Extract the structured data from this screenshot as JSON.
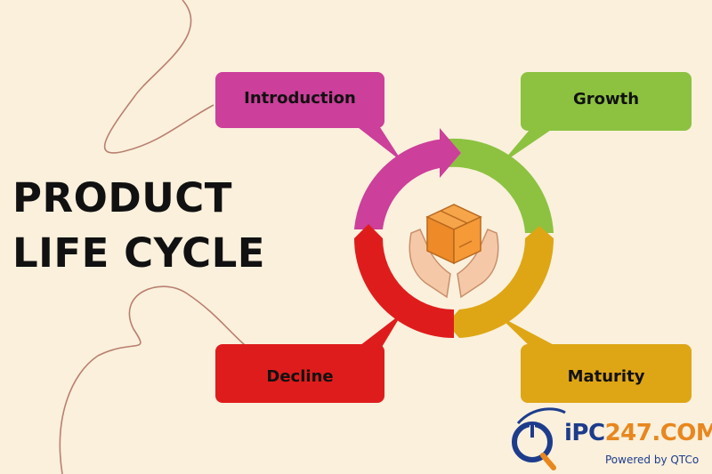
{
  "title": {
    "line1": "PRODUCT",
    "line2": "LIFE CYCLE"
  },
  "stages": [
    {
      "label": "Introduction",
      "color": "#cc3f9a"
    },
    {
      "label": "Growth",
      "color": "#8cc240"
    },
    {
      "label": "Maturity",
      "color": "#dea615"
    },
    {
      "label": "Decline",
      "color": "#df1c1c"
    }
  ],
  "center_icon": "box-in-hands-icon",
  "brand": {
    "name_part1": "iPC",
    "name_part2": "247.COM",
    "tagline": "Powered by QTCo",
    "logo_icon": "magnifier-power-logo-icon"
  },
  "background_color": "#faf0dc"
}
